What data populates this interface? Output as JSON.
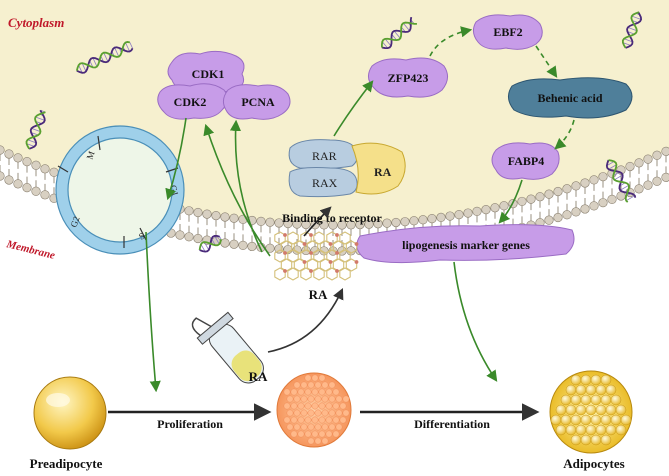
{
  "labels": {
    "cytoplasm": "Cytoplasm",
    "membrane": "Membrane",
    "cdk1": "CDK1",
    "cdk2": "CDK2",
    "pcna": "PCNA",
    "zfp423": "ZFP423",
    "ebf2": "EBF2",
    "behenic_acid": "Behenic acid",
    "fabp4": "FABP4",
    "lipogenesis": "lipogenesis marker genes",
    "rar": "RAR",
    "rax": "RAX",
    "ra_receptor": "RA",
    "binding": "Binding to receptor",
    "ra_crystal": "RA",
    "ra_tube": "RA",
    "proliferation": "Proliferation",
    "differentiation": "Differentiation",
    "preadipocyte": "Preadipocyte",
    "adipocytes": "Adipocytes",
    "phase_m": "M",
    "phase_g1": "G1",
    "phase_s": "S",
    "phase_g2": "G2"
  },
  "colors": {
    "cytoplasm_fill": "#f6f0cf",
    "membrane_head": "#d8d0c2",
    "protein_purple": "#c79ce8",
    "protein_stroke": "#9a6cc4",
    "behenic_fill": "#4f7f9a",
    "cell_cycle_ring": "#9fd0ea",
    "arrow_green": "#3a8a2a",
    "title_red": "#c0182a",
    "receptor_blue": "#b8cde0",
    "ra_yellow": "#f5e08a"
  }
}
